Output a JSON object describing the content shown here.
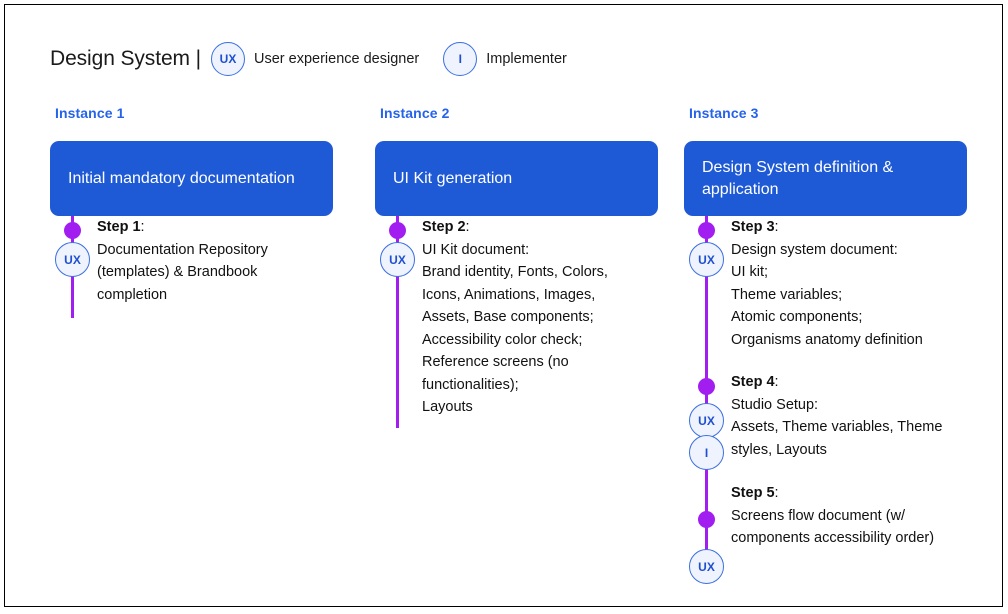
{
  "header": {
    "title": "Design System |",
    "legend": [
      {
        "code": "UX",
        "label": "User experience designer",
        "icon": "ux-role-badge-icon"
      },
      {
        "code": "I",
        "label": "Implementer",
        "icon": "implementer-role-badge-icon"
      }
    ]
  },
  "colors": {
    "phase_box": "#1f5ad6",
    "instance_label": "#2563eb",
    "timeline": "#a21ef0",
    "badge_fill": "#eef3fd",
    "badge_border": "#3b6fe0",
    "badge_text": "#1f4fd0",
    "frame_border": "#000000"
  },
  "columns": [
    {
      "instance_label": "Instance 1",
      "phase_title": "Initial mandatory documentation",
      "steps": [
        {
          "number": "Step 1",
          "separator": ":",
          "roles": [
            "UX"
          ],
          "lines": [
            "Documentation Repository",
            "(templates) & Brandbook",
            "completion"
          ]
        }
      ]
    },
    {
      "instance_label": "Instance 2",
      "phase_title": "UI Kit generation",
      "steps": [
        {
          "number": "Step 2",
          "separator": ":",
          "roles": [
            "UX"
          ],
          "lines": [
            "UI Kit document:",
            "Brand identity, Fonts, Colors,",
            "Icons, Animations, Images,",
            "Assets, Base components;",
            "Accessibility color check;",
            "Reference screens (no",
            "functionalities);",
            "Layouts"
          ]
        }
      ]
    },
    {
      "instance_label": "Instance 3",
      "phase_title": "Design System definition & application",
      "steps": [
        {
          "number": "Step 3",
          "separator": ":",
          "roles": [
            "UX"
          ],
          "lines": [
            "Design system document:",
            "UI kit;",
            "Theme variables;",
            "Atomic components;",
            "Organisms anatomy definition"
          ]
        },
        {
          "number": "Step 4",
          "separator": ":",
          "roles": [
            "UX",
            "I"
          ],
          "lines": [
            "Studio Setup:",
            "Assets, Theme variables, Theme",
            "styles, Layouts"
          ]
        },
        {
          "number": "Step 5",
          "separator": ":",
          "roles": [
            "UX"
          ],
          "lines": [
            "Screens flow document (w/",
            "components accessibility order)"
          ]
        }
      ]
    }
  ]
}
